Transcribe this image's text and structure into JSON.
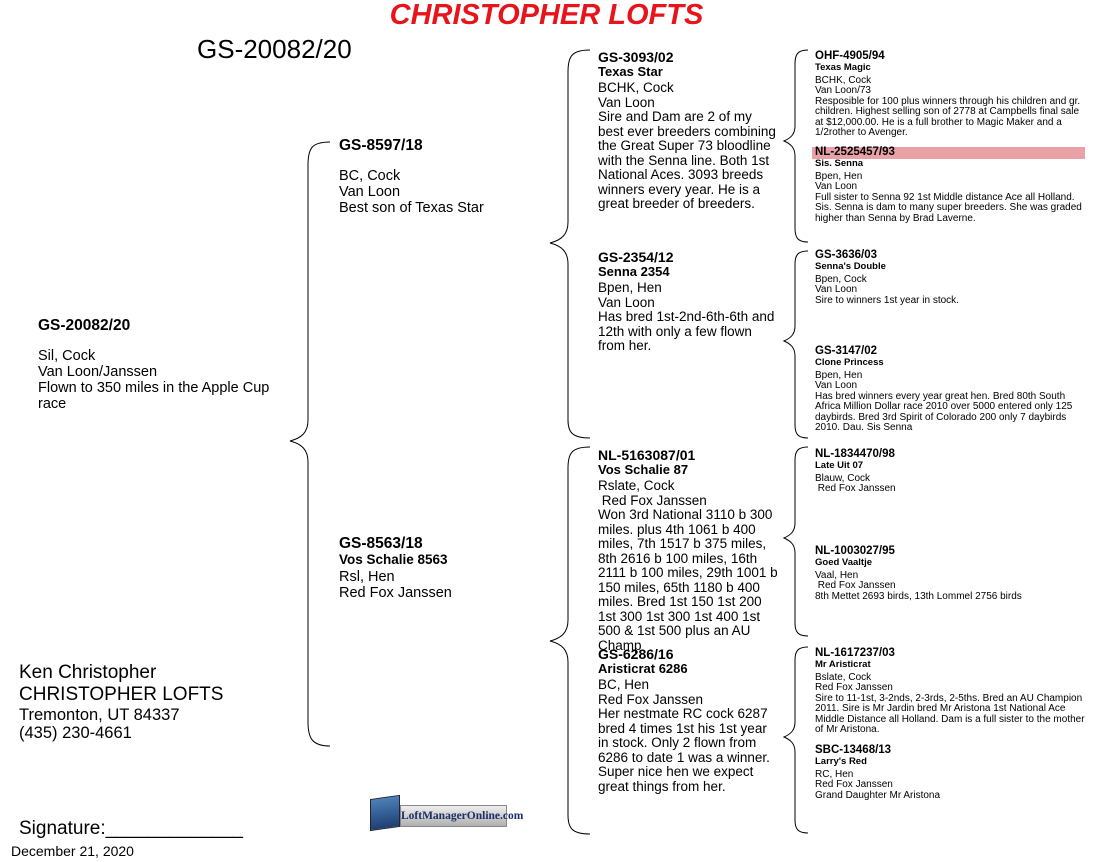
{
  "header": {
    "title": "CHRISTOPHER LOFTS",
    "pigeon_ring": "GS-20082/20"
  },
  "pedigree": {
    "subject": {
      "ring": "GS-20082/20",
      "lines": [
        "Sil, Cock",
        "Van Loon/Janssen",
        "Flown to 350 miles in the Apple Cup",
        "race"
      ]
    },
    "sire": {
      "ring": "GS-8597/18",
      "lines": [
        "BC, Cock",
        "Van Loon",
        "Best son of Texas Star"
      ]
    },
    "dam": {
      "ring": "GS-8563/18",
      "name": "Vos Schalie 8563",
      "lines": [
        "Rsl, Hen",
        "Red Fox Janssen"
      ]
    },
    "sire_sire": {
      "ring": "GS-3093/02",
      "name": "Texas Star",
      "lines": [
        "BCHK, Cock",
        "Van Loon"
      ],
      "note": "Sire and Dam are 2 of my best ever breeders combining the Great Super 73 bloodline with the Senna line. Both 1st National Aces. 3093 breeds winners every year. He is a great breeder of breeders."
    },
    "sire_dam": {
      "ring": "GS-2354/12",
      "name": "Senna 2354",
      "lines": [
        "Bpen, Hen",
        "Van Loon"
      ],
      "note": "Has bred 1st-2nd-6th-6th and 12th with only a few flown from her."
    },
    "dam_sire": {
      "ring": "NL-5163087/01",
      "name": "Vos Schalie 87",
      "lines": [
        "Rslate, Cock",
        " Red Fox Janssen"
      ],
      "note": "Won 3rd National  3110 b 300 miles. plus 4th 1061 b 400 miles, 7th 1517 b 375 miles, 8th 2616 b 100 miles, 16th 2111 b 100 miles, 29th 1001 b 150 miles, 65th 1180 b 400 miles. Bred 1st 150 1st 200 1st 300 1st 300 1st 400 1st 500 & 1st 500 plus an AU Champ"
    },
    "dam_dam": {
      "ring": "GS-6286/16",
      "name": "Aristicrat 6286",
      "lines": [
        "BC, Hen",
        "Red Fox Janssen"
      ],
      "note": "Her nestmate RC cock 6287 bred 4 times 1st his 1st year in stock. Only 2 flown from 6286 to date 1 was a winner. Super nice hen we expect great things from her."
    },
    "g4": [
      {
        "ring": "OHF-4905/94",
        "name": "Texas Magic",
        "lines": [
          "BCHK, Cock",
          "Van Loon/73"
        ],
        "note": "Resposible for 100 plus winners through his children and gr. children. Highest selling son of 2778 at Campbells final sale at $12,000.00. He is a full brother to Magic Maker and a 1/2rother to Avenger."
      },
      {
        "ring": "NL-2525457/93",
        "name": "Sis. Senna",
        "lines": [
          "Bpen, Hen",
          "Van Loon"
        ],
        "note": "Full sister to Senna 92 1st Middle distance Ace all Holland. Sis. Senna is dam to many super breeders. She was graded higher than Senna by Brad Laverne."
      },
      {
        "ring": "GS-3636/03",
        "name": "Senna's Double",
        "lines": [
          "Bpen, Cock",
          "Van Loon"
        ],
        "note": "Sire to winners 1st year in stock."
      },
      {
        "ring": "GS-3147/02",
        "name": "Clone Princess",
        "lines": [
          "Bpen, Hen",
          "Van Loon"
        ],
        "note": "Has bred winners every year great hen. Bred 80th South Africa Million Dollar race 2010 over 5000 entered only 125 daybirds. Bred 3rd Spirit of Colorado 200 only 7 daybirds 2010. Dau. Sis Senna"
      },
      {
        "ring": "NL-1834470/98",
        "name": "Late Uit 07",
        "lines": [
          "Blauw, Cock",
          " Red Fox Janssen"
        ],
        "note": ""
      },
      {
        "ring": "NL-1003027/95",
        "name": "Goed Vaaltje",
        "lines": [
          "Vaal, Hen",
          " Red Fox Janssen"
        ],
        "note": "8th Mettet 2693 birds, 13th Lommel 2756 birds"
      },
      {
        "ring": "NL-1617237/03",
        "name": "Mr Aristicrat",
        "lines": [
          "Bslate, Cock",
          "Red Fox Janssen"
        ],
        "note": "Sire to 11-1st, 3-2nds, 2-3rds, 2-5ths. Bred an AU Champion 2011. Sire is Mr Jardin bred Mr Aristona 1st National Ace Middle Distance all Holland. Dam is a full sister to the mother of Mr Aristona."
      },
      {
        "ring": "SBC-13468/13",
        "name": "Larry's Red",
        "lines": [
          "RC, Hen",
          "Red Fox Janssen"
        ],
        "note": "Grand Daughter Mr Aristona"
      }
    ]
  },
  "owner": {
    "name": "Ken Christopher",
    "loft": "CHRISTOPHER LOFTS",
    "address": "Tremonton, UT  84337",
    "phone": "(435) 230-4661"
  },
  "footer": {
    "signature_label": "Signature:_____________",
    "date": "December 21, 2020"
  },
  "logo": {
    "text": "LoftManagerOnline.com",
    "icon": "laptop-icon"
  },
  "colors": {
    "title": "#e8141b",
    "highlight": "#e8a1a4"
  }
}
